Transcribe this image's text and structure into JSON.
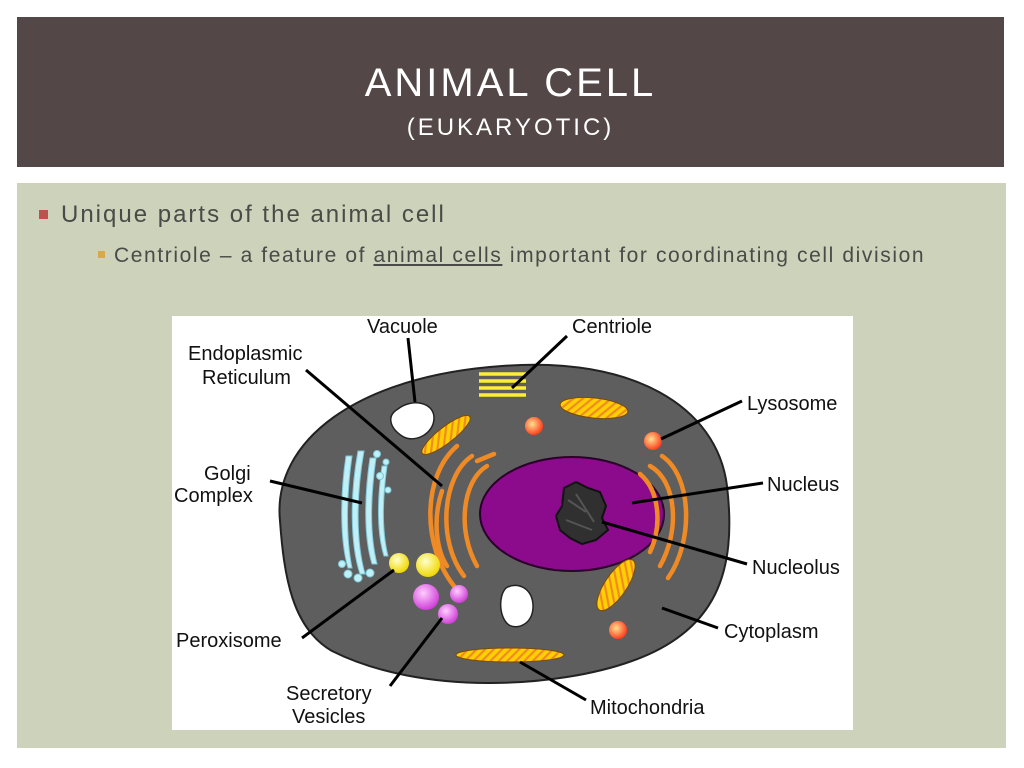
{
  "slide": {
    "title": "ANIMAL CELL",
    "subtitle": "(EUKARYOTIC)",
    "bullet": "Unique parts of the animal cell",
    "sub_bullet": {
      "before": "Centriole – a feature of ",
      "link": "animal cells",
      "after": " important for coordinating cell division"
    }
  },
  "diagram": {
    "labels": {
      "vacuole": "Vacuole",
      "centriole": "Centriole",
      "er_line1": "Endoplasmic",
      "er_line2": "Reticulum",
      "lysosome": "Lysosome",
      "golgi_line1": "Golgi",
      "golgi_line2": "Complex",
      "nucleus": "Nucleus",
      "nucleolus": "Nucleolus",
      "cytoplasm": "Cytoplasm",
      "peroxisome": "Peroxisome",
      "secretory_line1": "Secretory",
      "secretory_line2": "Vesicles",
      "mitochondria": "Mitochondria"
    },
    "colors": {
      "cytoplasm": "#5e5e5e",
      "nucleus": "#8c0a8c",
      "er": "#f08a24",
      "mitochondria": "#ffd000",
      "golgi": "#bff0f7",
      "peroxisome": "#ffee55",
      "vesicle": "#e060e8",
      "lysosome": "#ff5020",
      "centriole": "#ffee33"
    }
  }
}
